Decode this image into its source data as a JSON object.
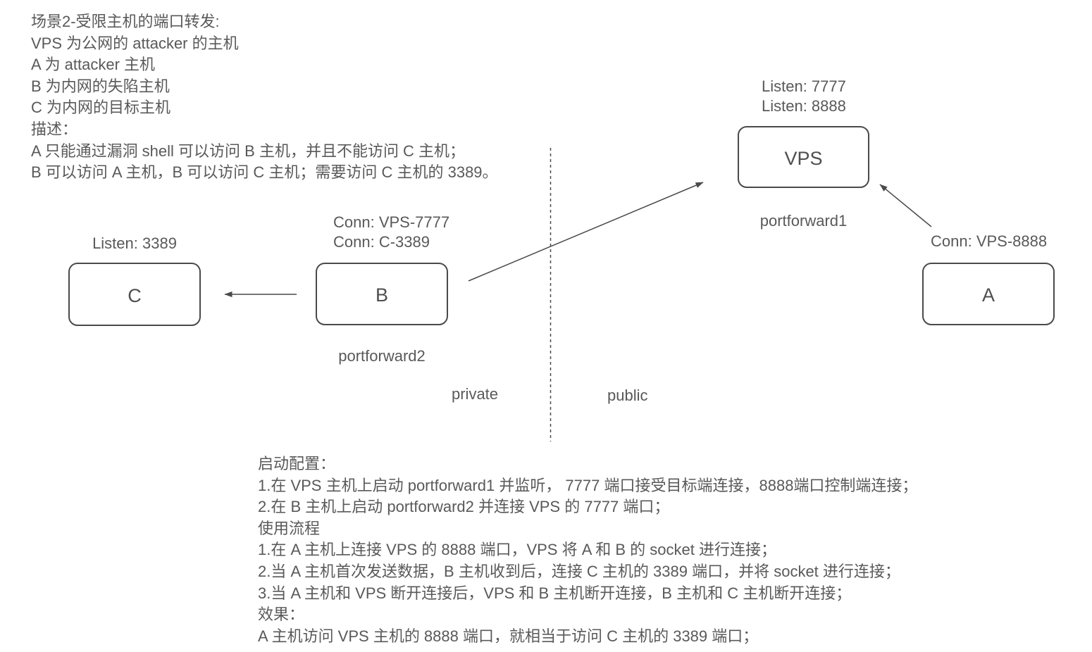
{
  "diagram_title": "场景2-受限主机的端口转发",
  "intro": {
    "lines": [
      "场景2-受限主机的端口转发:",
      "VPS 为公网的 attacker 的主机",
      "A 为 attacker 主机",
      "B 为内网的失陷主机",
      "C 为内网的目标主机",
      "描述：",
      "A 只能通过漏洞 shell 可以访问 B 主机，并且不能访问 C 主机；",
      "B 可以访问 A 主机，B 可以访问 C 主机；需要访问 C 主机的 3389。"
    ]
  },
  "nodes": {
    "c": {
      "label": "C",
      "annotation_top": "Listen: 3389"
    },
    "b": {
      "label": "B",
      "annotation_top_line1": "Conn: VPS-7777",
      "annotation_top_line2": "Conn: C-3389",
      "annotation_bottom": "portforward2"
    },
    "vps": {
      "label": "VPS",
      "annotation_top_line1": "Listen: 7777",
      "annotation_top_line2": "Listen: 8888",
      "annotation_bottom": "portforward1"
    },
    "a": {
      "label": "A",
      "annotation_top": "Conn: VPS-8888"
    }
  },
  "zones": {
    "left_label": "private",
    "right_label": "public"
  },
  "edges": [
    {
      "from": "B",
      "to": "C"
    },
    {
      "from": "B",
      "to": "VPS"
    },
    {
      "from": "A",
      "to": "VPS"
    }
  ],
  "notes": {
    "lines": [
      "启动配置：",
      "1.在 VPS 主机上启动 portforward1 并监听， 7777 端口接受目标端连接，8888端口控制端连接；",
      "2.在 B 主机上启动 portforward2 并连接 VPS 的 7777 端口；",
      "使用流程",
      "1.在 A 主机上连接 VPS 的 8888 端口，VPS 将 A 和 B 的 socket 进行连接；",
      "2.当 A 主机首次发送数据，B 主机收到后，连接 C 主机的 3389 端口，并将 socket 进行连接；",
      "3.当 A 主机和 VPS 断开连接后，VPS 和 B 主机断开连接，B 主机和 C 主机断开连接；",
      "效果：",
      "A 主机访问 VPS 主机的 8888 端口，就相当于访问 C 主机的 3389 端口；"
    ]
  },
  "colors": {
    "stroke": "#4a4a4a",
    "text": "#595959",
    "background": "#ffffff"
  }
}
